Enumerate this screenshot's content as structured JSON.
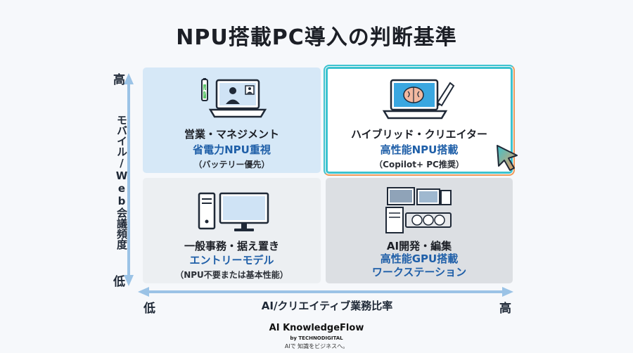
{
  "title": "NPU搭載PC導入の判断基準",
  "axes": {
    "y_label": "モバイル/Web会議頻度",
    "y_high": "高",
    "y_low": "低",
    "x_label": "AI/クリエイティブ業務比率",
    "x_low": "低",
    "x_high": "高"
  },
  "quadrants": {
    "top_left": {
      "name": "営業・マネジメント",
      "recommendation": "省電力NPU重視",
      "note": "（バッテリー優先）",
      "icon": "laptop-video-call-icon"
    },
    "top_right": {
      "name": "ハイブリッド・クリエイター",
      "recommendation": "高性能NPU搭載",
      "note": "（Copilot+ PC推奨）",
      "icon": "laptop-ai-brain-icon"
    },
    "bottom_left": {
      "name": "一般事務・据え置き",
      "recommendation": "エントリーモデル",
      "note": "（NPU不要または基本性能）",
      "icon": "desktop-pc-icon"
    },
    "bottom_right": {
      "name": "AI開発・編集",
      "recommendation_line1": "高性能GPU搭載",
      "recommendation_line2": "ワークステーション",
      "icon": "gpu-workstation-icon"
    }
  },
  "footer": {
    "brand": "AI KnowledgeFlow",
    "by": "by TECHNODIGITAL",
    "tagline": "AIで 知識をビジネスへ。"
  },
  "colors": {
    "axis": "#9bc3e6",
    "recommendation_text": "#1f5fa8",
    "highlight_border": "#3cc3cf",
    "highlight_accent": "#ef9a5a"
  }
}
